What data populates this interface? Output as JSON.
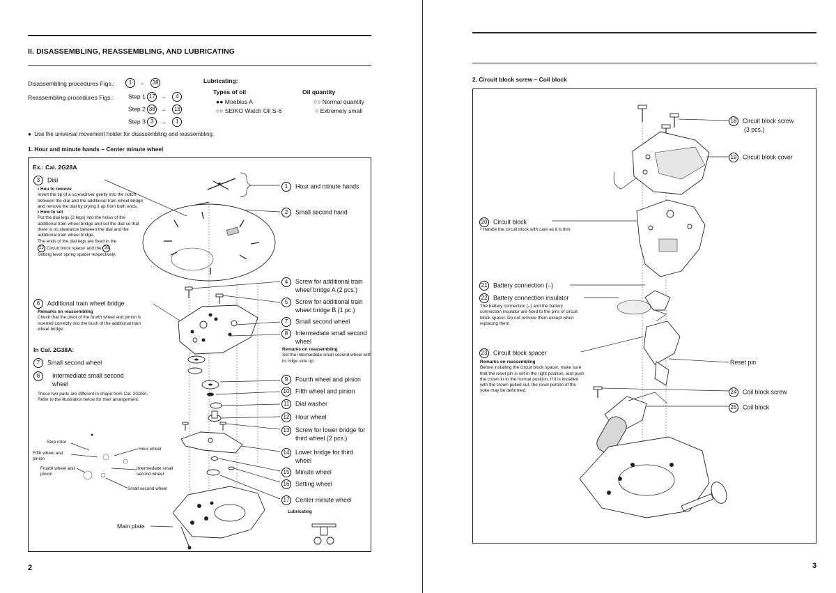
{
  "left": {
    "section_title": "II. DISASSEMBLING, REASSEMBLING, AND LUBRICATING",
    "dis_label": "Disassembling procedures Figs.:",
    "dis_from": "1",
    "dis_to": "38",
    "re_label": "Reassembling procedures Figs.:",
    "step1": "Step 1",
    "step1_from": "17",
    "step1_to": "4",
    "step2": "Step 2",
    "step2_from": "38",
    "step2_to": "18",
    "step3": "Step 3",
    "step3_from": "3",
    "step3_to": "1",
    "arrow": "→",
    "lub_title": "Lubricating:",
    "types_header": "Types of oil",
    "qty_header": "Oil quantity",
    "oil1": "Moebius A",
    "oil2": "SEIKO Watch Oil S-6",
    "qty1": "Normal quantity",
    "qty2": "Extremely small",
    "bullet_note": "Use the universal movement holder for disassembling and reassembling.",
    "sub_title": "1. Hour and minute hands ~ Center minute wheel",
    "example": "Ex.: Cal. 2G28A",
    "dial_num": "3",
    "dial": "Dial",
    "how_remove": "• Hou to remove",
    "remove_text": "Insert the tip of a screwdriver gently into the notch between the dial and the additional train wheel bridge, and remove the dial by prying it up from both ends.",
    "how_set": "• How to set",
    "set_text": "Put the dial legs (2 legs) into the holes of the additional train wheel bridge and set the dial so that there is no clearance between the dial and the additional train wheel bridge.",
    "ends_text_a": "The ends of the dial legs are fixed in the",
    "ends_num1": "23",
    "ends_text_b": "Circuit block spacer and the",
    "ends_num2": "36",
    "ends_text_c": "Setting lever spring spacer respectively.",
    "p6_num": "6",
    "p6": "Additional train wheel bridge",
    "remarks_re": "Remarks on reassembling",
    "p6_remark": "Check that the pivot of the fourth wheel and pinion is inserted correctly into the bush of the additional train wheel bridge.",
    "cal38": "In Cal. 2G38A:",
    "c7_num": "7",
    "c7": "Small second wheel",
    "c8_num": "8",
    "c8": "Intermediate small second wheel",
    "diff_text": "These two parts are different in shape from Cal. 2G28A. Refer to the illustration below for their arrangement.",
    "inset_step_rotor": "Step rotor",
    "inset_fifth": "Fifth wheel and pinion",
    "inset_fourth": "Fourth wheel and pinion",
    "inset_hour": "Hour wheel",
    "inset_inter": "Intermediate small second wheel",
    "inset_small": "Small second wheel",
    "main_plate": "Main plate",
    "r1_num": "1",
    "r1": "Hour and minute hands",
    "r2_num": "2",
    "r2": "Small second hand",
    "r4_num": "4",
    "r4": "Screw for additional train wheel bridge A (2 pcs.)",
    "r5_num": "5",
    "r5": "Screw for additional train wheel bridge B (1 pc.)",
    "r7_num": "7",
    "r7": "Small second wheel",
    "r8_num": "8",
    "r8": "Intermediate small second wheel",
    "r8_remark_title": "Remarks on reassembling",
    "r8_remark": "Set the intermediate small second wheel with its ridge side up.",
    "r9_num": "9",
    "r9": "Fourth wheel and pinion",
    "r10_num": "10",
    "r10": "Fifth wheel and pinion",
    "r11_num": "11",
    "r11": "Dial washer",
    "r12_num": "12",
    "r12": "Hour wheel",
    "r13_num": "13",
    "r13": "Screw for lower bridge for third wheel (2 pcs.)",
    "r14_num": "14",
    "r14": "Lower bridge for third wheel",
    "r15_num": "15",
    "r15": "Minute wheel",
    "r16_num": "16",
    "r16": "Setting wheel",
    "r17_num": "17",
    "r17": "Center minute wheel",
    "lub_small": "Lubricating",
    "page": "2"
  },
  "right": {
    "sub_title": "2. Circuit block screw ~ Coil block",
    "p18_num": "18",
    "p18": "Circuit block screw",
    "p18b": "(3 pcs.)",
    "p19_num": "19",
    "p19": "Circuit block cover",
    "p20_num": "20",
    "p20": "Circuit block",
    "p20_note": "• Handle the circuit block with care as it is thin.",
    "p21_num": "21",
    "p21": "Battery connection (–)",
    "p22_num": "22",
    "p22": "Battery connection insulator",
    "p22_note": "The battery connection (–) and the battery connection insulator are fixed to the pins of circuit block spacer. Do not remove them except when replacing them.",
    "p23_num": "23",
    "p23": "Circuit block spacer",
    "p23_remark_title": "Remarks on reassembling",
    "p23_remark": "Before installing the circuit block spacer, make sure that the reset pin is set in the right position, and push the crown in to the normal position. If it is installed with the crown pulled out, the reset portion of the yoke may be deformed.",
    "reset_pin": "Reset pin",
    "p24_num": "24",
    "p24": "Coil block screw",
    "p25_num": "25",
    "p25": "Coil block",
    "page": "3"
  },
  "colors": {
    "ink": "#111111",
    "paper": "#ffffff"
  }
}
